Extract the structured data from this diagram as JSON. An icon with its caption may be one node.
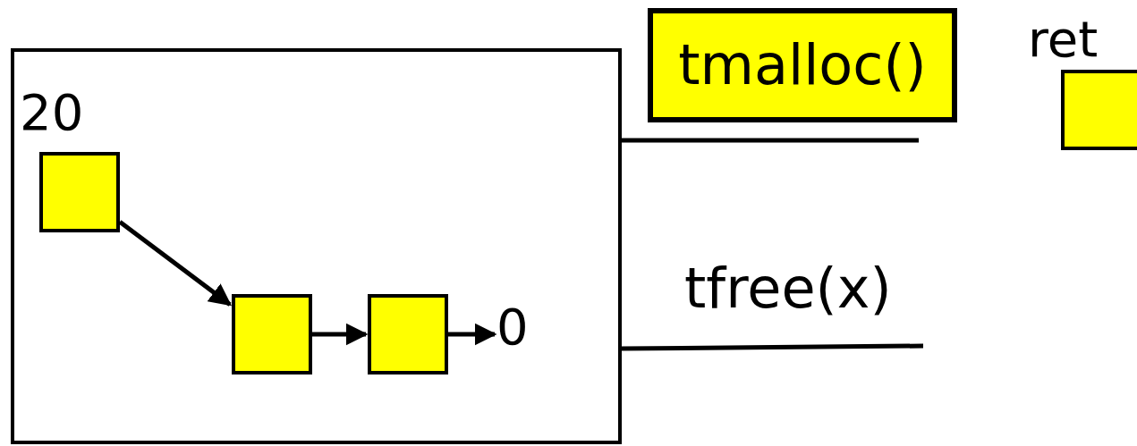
{
  "diagram": {
    "nodes": [
      {
        "text": [],
        "shape": "box"
      },
      {
        "text": [
          "20"
        ],
        "in": 0
      },
      {
        "text": [],
        "shape": "box",
        "in": 0
      },
      {
        "text": [],
        "shape": "box",
        "in": 0
      },
      {
        "text": [
          "0"
        ],
        "in": 0
      },
      {
        "text": [
          "tmalloc()"
        ]
      },
      {
        "text": [
          "ret"
        ]
      }
    ],
    "edges": [
      {
        "from": 1,
        "to": 2,
        "arrow": "to"
      },
      {
        "from": 2,
        "to": 3,
        "arrow": "to"
      },
      {
        "from": 3,
        "to": 4,
        "arrow": "to"
      },
      {
        "from": 0,
        "to": null,
        "arrow": "none"
      },
      {
        "from": 0,
        "to": null,
        "arrow": "none",
        "label": "tfree(x)"
      }
    ]
  }
}
